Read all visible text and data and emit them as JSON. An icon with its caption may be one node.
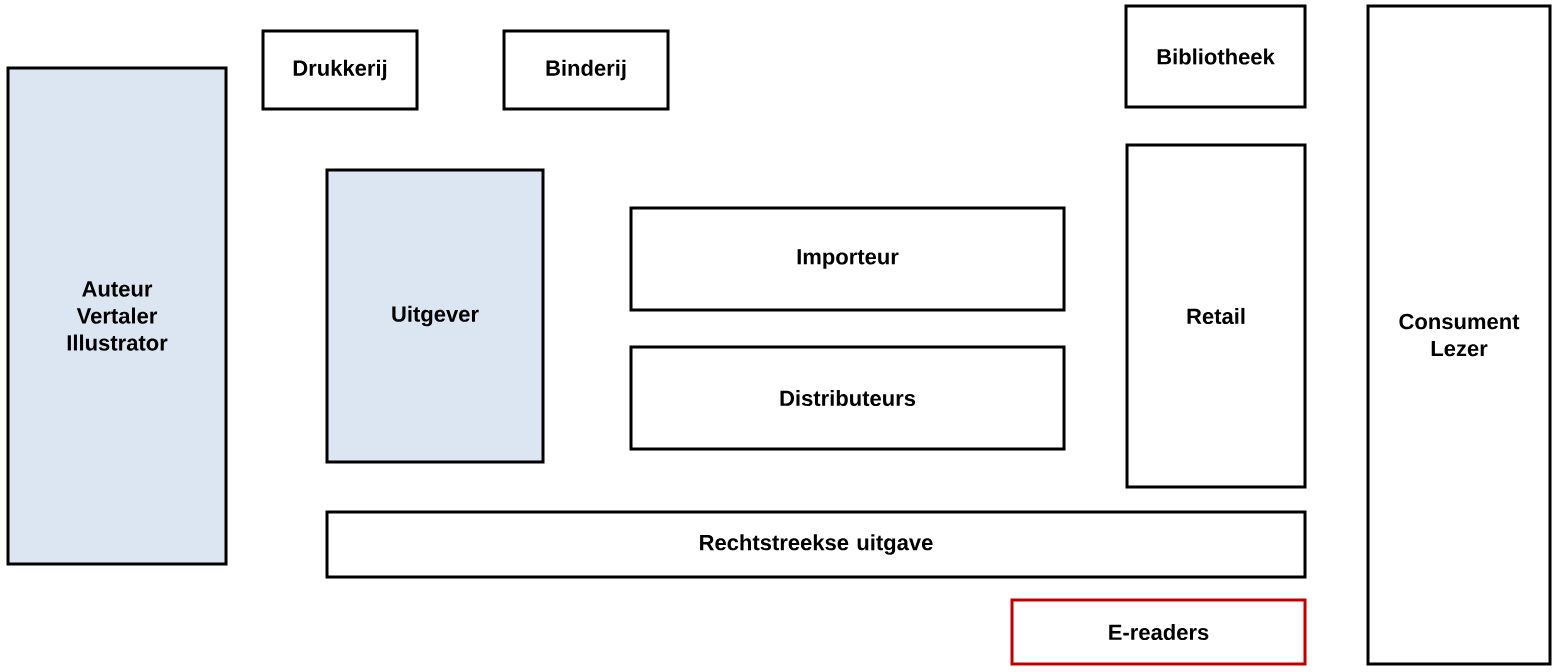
{
  "diagram": {
    "nodes": [
      {
        "text": [
          "Auteur Vertaler Illustrator"
        ]
      },
      {
        "text": [
          "Drukkerij"
        ]
      },
      {
        "text": [
          "Binderij"
        ]
      },
      {
        "text": [
          "Bibliotheek"
        ]
      },
      {
        "text": [
          "Consument Lezer"
        ]
      },
      {
        "text": [
          "Uitgever"
        ]
      },
      {
        "text": [
          "Importeur"
        ]
      },
      {
        "text": [
          "Retail"
        ]
      },
      {
        "text": [
          "Distributeurs"
        ]
      },
      {
        "text": [
          "Rechtstreekse uitgave"
        ]
      },
      {
        "text": [
          "E-readers"
        ]
      }
    ]
  }
}
